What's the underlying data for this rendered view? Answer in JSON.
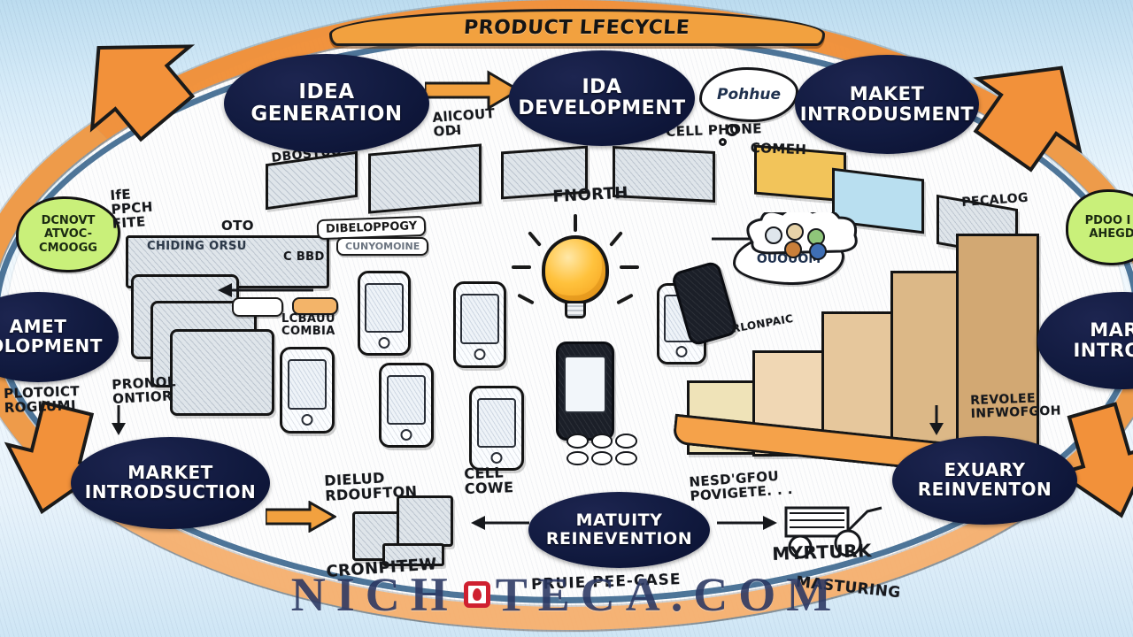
{
  "title_banner": {
    "label": "PRODUCT LFECYCLE"
  },
  "nodes": [
    {
      "id": "idea-generation",
      "label": "IDEA\nGENERATION"
    },
    {
      "id": "ida-development",
      "label": "IDA\nDEVELOPMENT"
    },
    {
      "id": "maket-introdusment",
      "label": "MAKET\nINTRODUSMENT"
    },
    {
      "id": "amet-dolopment",
      "label": "AMET\nDOLOPMENT"
    },
    {
      "id": "mark-introde",
      "label": "MARK\nINTRODE"
    },
    {
      "id": "market-introdsuction",
      "label": "MARKET\nINTRODSUCTION"
    },
    {
      "id": "matuity-reinevention",
      "label": "MATUITY\nREINEVENTION"
    },
    {
      "id": "exuary-reinventon",
      "label": "EXUARY\nREINVENTON"
    }
  ],
  "handwritten_labels": [
    {
      "id": "alcout-odi",
      "text": "AllCOUT\nODI̵"
    },
    {
      "id": "cell-phone",
      "text": "CELL PHONE"
    },
    {
      "id": "comeh",
      "text": "COMEH"
    },
    {
      "id": "fnorth",
      "text": "FNORTH"
    },
    {
      "id": "ife-ppch-fite",
      "text": "IfE\nPPCH\nFITE"
    },
    {
      "id": "dbostuo",
      "text": "DBOSTUO"
    },
    {
      "id": "oto",
      "text": "OTO"
    },
    {
      "id": "cbbd",
      "text": "C BBD"
    },
    {
      "id": "chiding-orsu",
      "text": "CHIDING ORSU"
    },
    {
      "id": "lcbauu-combia",
      "text": "LCBAUU\nCOMBIA"
    },
    {
      "id": "pecalog",
      "text": "PECALOG"
    },
    {
      "id": "ploticct-roglumi",
      "text": "PLOTOICT\nROGLUMI"
    },
    {
      "id": "pronol-ontior",
      "text": "PRONOL\nONTIOR"
    },
    {
      "id": "revolee-infwofgoh",
      "text": "REVOLEE\nINFWOFGOH"
    },
    {
      "id": "dielud-rdoufton",
      "text": "DIELUD\nRDOUFTON"
    },
    {
      "id": "cell-cowe",
      "text": "CELL\nCOWE"
    },
    {
      "id": "nesd-gfou",
      "text": "NESD'GFOU\nPOVIGETE. . ."
    },
    {
      "id": "myrturk",
      "text": "MYRTURK"
    },
    {
      "id": "cronpitew",
      "text": "CRONPITEW"
    },
    {
      "id": "masturing",
      "text": "MASTURING"
    },
    {
      "id": "rlonpaic",
      "text": "RLONPAIC"
    }
  ],
  "box_labels": [
    {
      "id": "dibeloppogy",
      "text": "DIBELOPPOGY"
    },
    {
      "id": "cunyomoine",
      "text": "CUNYOMOINE"
    }
  ],
  "clouds": [
    {
      "id": "thought-pohhue",
      "text": "Pohhue"
    },
    {
      "id": "thought-ououom",
      "text": "OUOUOM"
    },
    {
      "id": "green-dcnovt",
      "text": "DCNOVT\nATVOC-\nCMOOGG"
    },
    {
      "id": "green-pdoo",
      "text": "PDOO\nI l\nAHEGD"
    }
  ],
  "watermark": {
    "left": "NICH",
    "right": "TECA.COM",
    "sub": "PRUIE PEE-CASE"
  },
  "colors": {
    "accent_orange": "#f2913a",
    "node_navy": "#111a3f",
    "background_blue": "#cfe6f5",
    "board_white": "#fdfdfd",
    "bulb_yellow": "#ffc23d",
    "cloud_green": "#c9f07a",
    "watermark_navy": "#1a2756",
    "watermark_red": "#cf2030"
  }
}
